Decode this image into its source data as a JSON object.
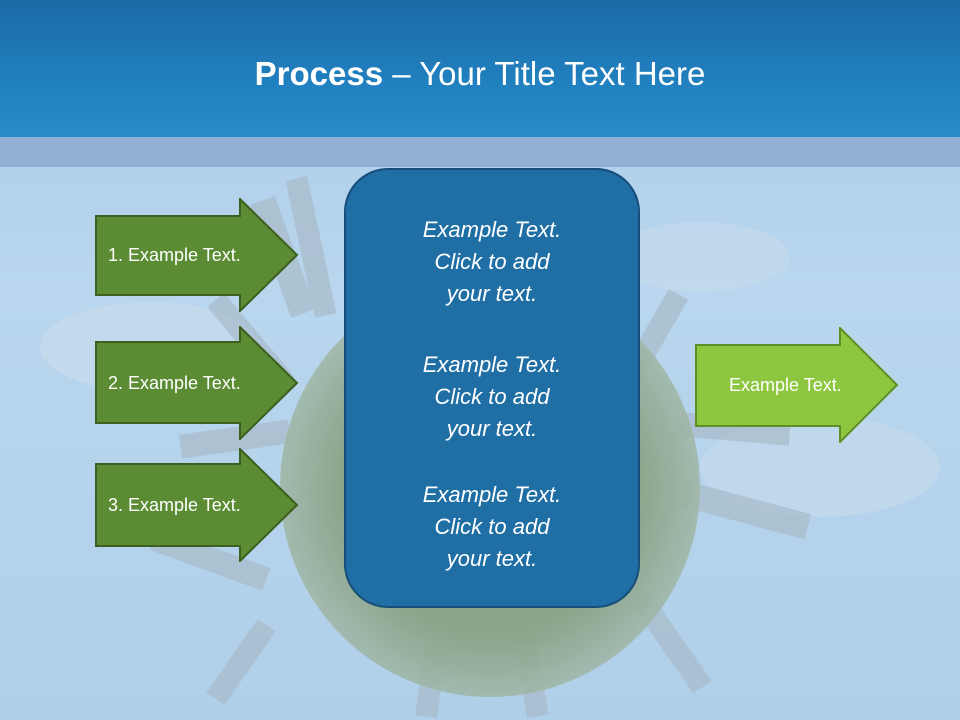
{
  "slide": {
    "title_bold": "Process",
    "title_rest": " – Your Title Text Here"
  },
  "left_steps": [
    {
      "label": "1. Example Text."
    },
    {
      "label": "2. Example Text."
    },
    {
      "label": "3. Example Text."
    }
  ],
  "center": {
    "blocks": [
      {
        "lines": [
          "Example Text.",
          "Click  to add",
          "your text."
        ]
      },
      {
        "lines": [
          "Example Text.",
          "Click  to add",
          "your text."
        ]
      },
      {
        "lines": [
          "Example Text.",
          "Click  to add",
          "your text."
        ]
      }
    ]
  },
  "output_step": {
    "label": "Example Text."
  },
  "colors": {
    "title_bar": "#2180bf",
    "step_arrow": "#5b8b32",
    "output_arrow": "#8dc63f",
    "center_box": "#1f6ea4"
  }
}
